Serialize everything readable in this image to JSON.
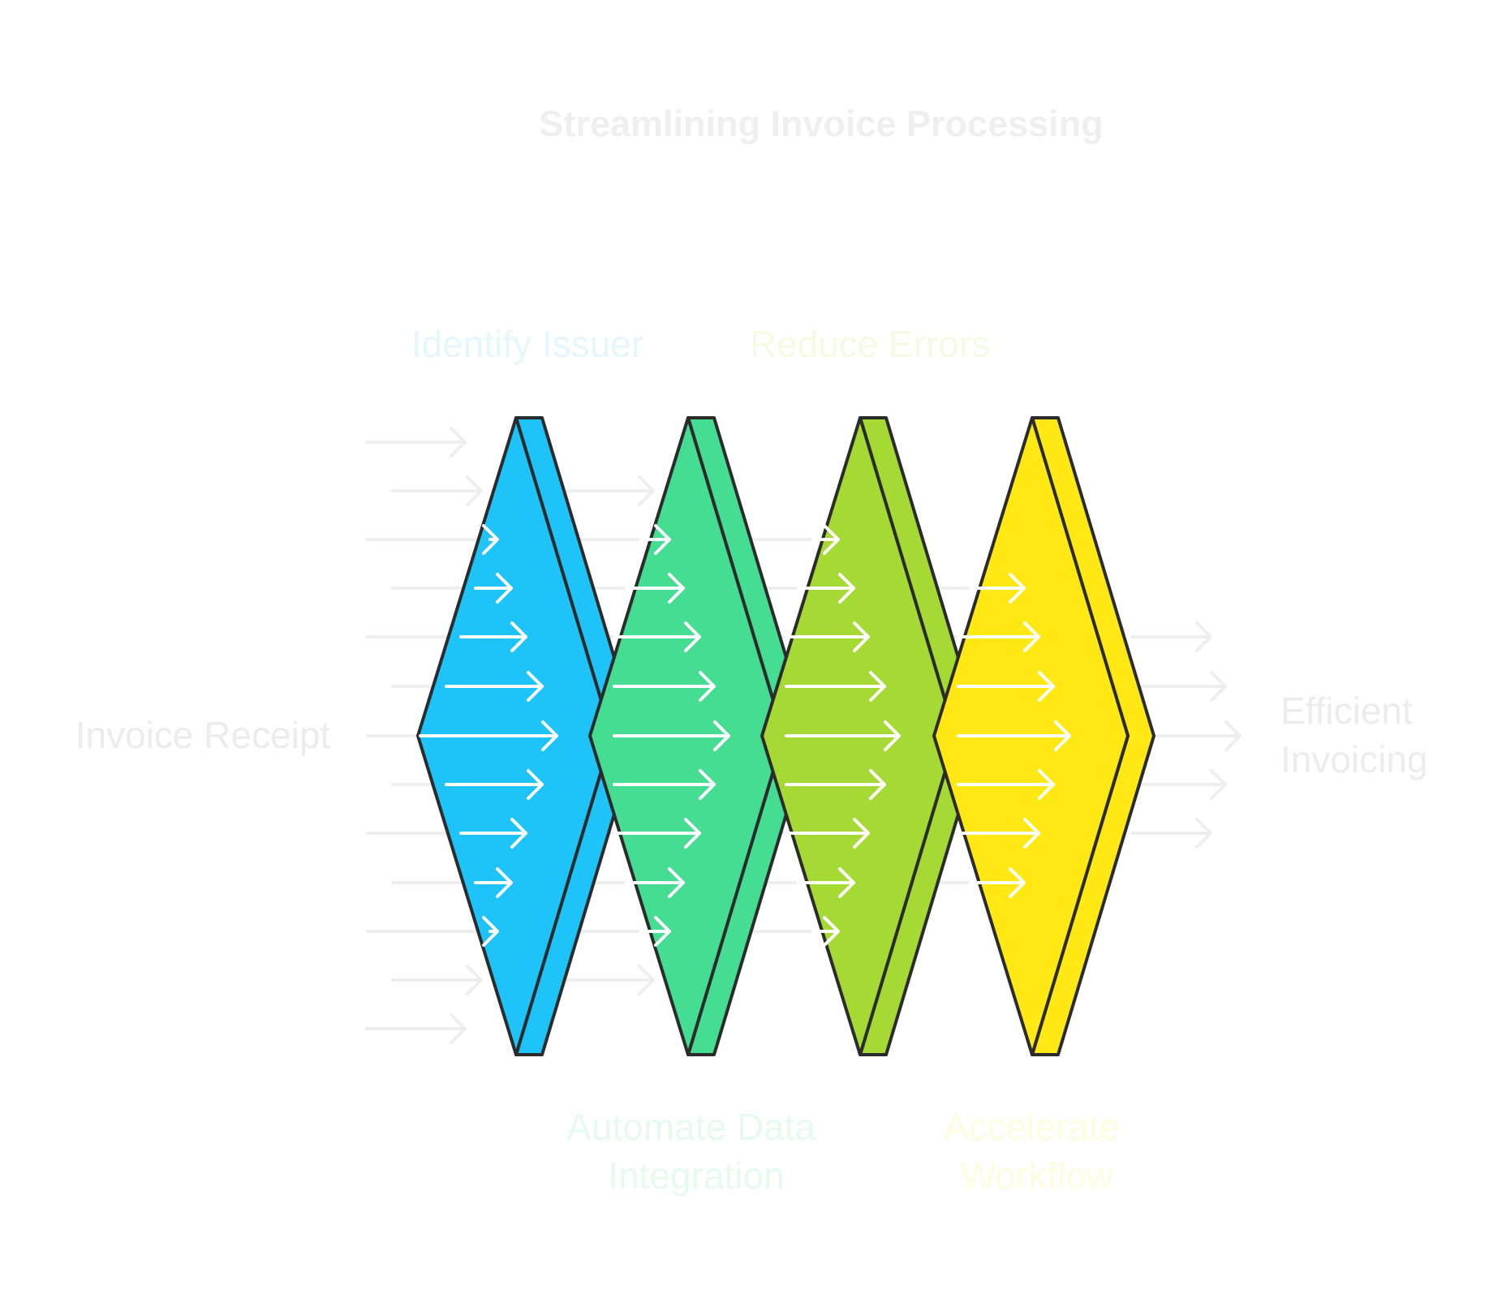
{
  "title": "Streamlining Invoice Processing",
  "input_label": "Invoice Receipt",
  "output_label": [
    "Efficient",
    "Invoicing"
  ],
  "stages": [
    {
      "label": [
        "Identify Issuer"
      ],
      "color": "#1EC3FA",
      "label_color": "#E4F6FE"
    },
    {
      "label": [
        "Automate Data",
        "Integration"
      ],
      "color": "#45DD92",
      "label_color": "#E6FAF0"
    },
    {
      "label": [
        "Reduce Errors"
      ],
      "color": "#A5DA35",
      "label_color": "#F5FBE3"
    },
    {
      "label": [
        "Accelerate",
        "Workflow"
      ],
      "color": "#FFE814",
      "label_color": "#FFFCE0"
    }
  ],
  "colors": {
    "title": "#EFEFEF",
    "side_labels": "#ECECEC",
    "outline": "#2B2B2B",
    "arrows_outside": "#EEEEEE",
    "arrows_inside": "#FFFFFF"
  }
}
